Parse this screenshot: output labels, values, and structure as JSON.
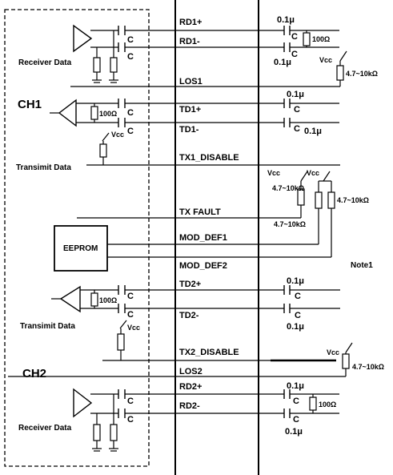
{
  "channels": {
    "ch1": "CH1",
    "ch2": "CH2"
  },
  "blocks": {
    "receiver_data_1": "Receiver Data",
    "transmit_data_1": "Transimit Data",
    "eeprom": "EEPROM",
    "transmit_data_2": "Transimit Data",
    "receiver_data_2": "Receiver Data",
    "note": "Note1"
  },
  "signals": {
    "rd1p": "RD1+",
    "rd1n": "RD1-",
    "los1": "LOS1",
    "td1p": "TD1+",
    "td1n": "TD1-",
    "tx1_disable": "TX1_DISABLE",
    "tx_fault": "TX FAULT",
    "mod_def1": "MOD_DEF1",
    "mod_def2": "MOD_DEF2",
    "td2p": "TD2+",
    "td2n": "TD2-",
    "tx2_disable": "TX2_DISABLE",
    "los2": "LOS2",
    "rd2p": "RD2+",
    "rd2n": "RD2-"
  },
  "components": {
    "cap": "C",
    "cap_value": "0.1μ",
    "term_res": "100Ω",
    "pullup_res": "4.7~10kΩ",
    "vcc": "Vcc"
  }
}
